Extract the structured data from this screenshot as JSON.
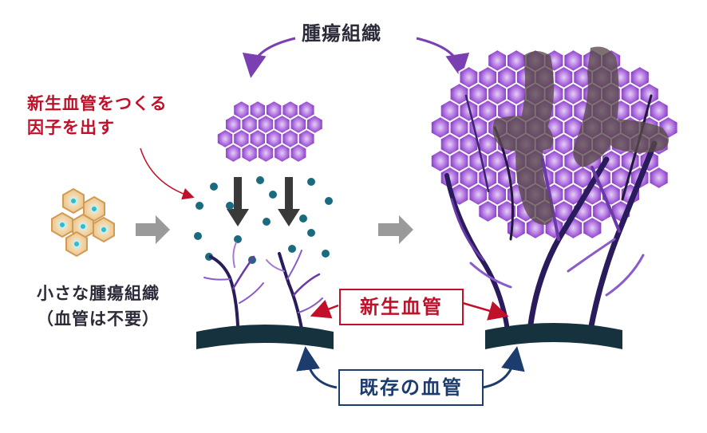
{
  "title": "腫瘍組織",
  "factor_label": [
    "新生血管をつくる",
    "因子を出す"
  ],
  "small_tumor_label": [
    "小さな腫瘍組織",
    "（血管は不要）"
  ],
  "new_vessels_label": "新生血管",
  "existing_vessels_label": "既存の血管",
  "colors": {
    "red_accent": "#c0102a",
    "navy_accent": "#1d3c6e",
    "tumor_cell": "#8b3fc6",
    "tumor_cell_light": "#d8b8f0",
    "vessel_base": "#16323f",
    "factor_dot": "#1b6b80",
    "arrow_gray": "#9a9a9a",
    "small_cell": "#f1d6a6",
    "small_nucleus": "#35b9c8"
  },
  "icons": [
    "curved-arrow-left",
    "curved-arrow-right",
    "gray-arrow-right",
    "down-arrow",
    "red-pointer-arrow",
    "blue-curved-double-arrow"
  ]
}
